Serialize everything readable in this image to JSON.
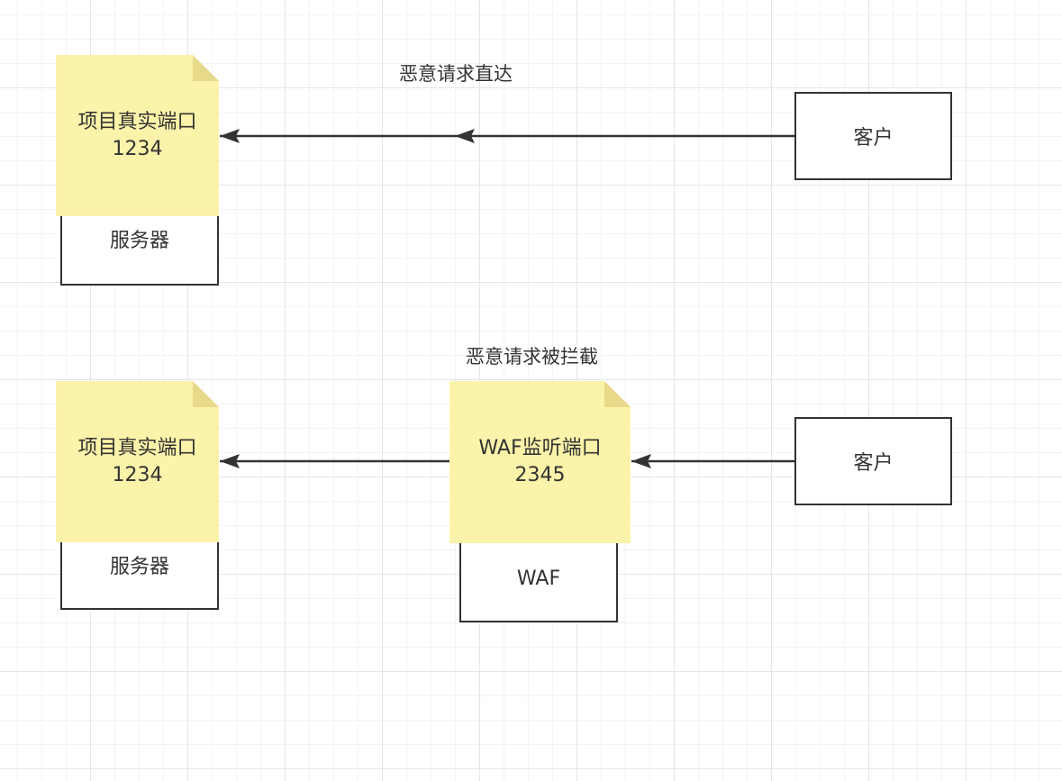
{
  "colors": {
    "note_fill": "#fbf3a9",
    "note_fold": "#e8d88a",
    "stroke": "#333333",
    "grid": "#e6e6e6"
  },
  "top": {
    "edge_label": "恶意请求直达",
    "server": {
      "note_line1": "项目真实端口",
      "note_line2": "1234",
      "box_label": "服务器"
    },
    "client_label": "客户"
  },
  "bottom": {
    "edge_label": "恶意请求被拦截",
    "server": {
      "note_line1": "项目真实端口",
      "note_line2": "1234",
      "box_label": "服务器"
    },
    "waf": {
      "note_line1": "WAF监听端口",
      "note_line2": "2345",
      "box_label": "WAF"
    },
    "client_label": "客户"
  }
}
